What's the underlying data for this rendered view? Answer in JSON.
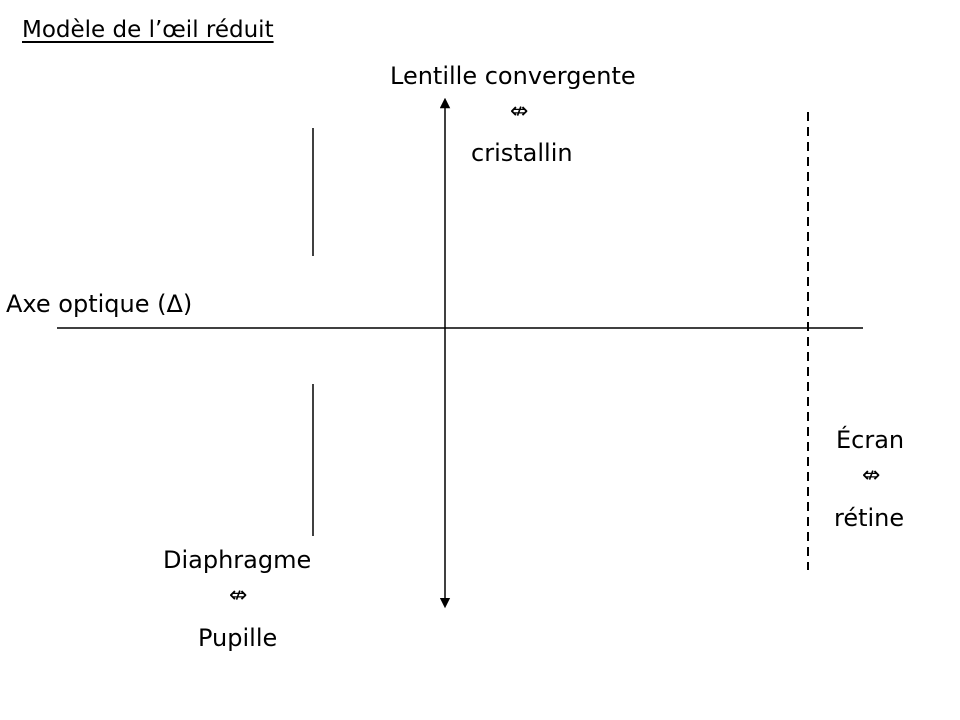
{
  "title": "Modèle de l’œil réduit",
  "equivalence_symbol": "⇎",
  "lens": {
    "label": "Lentille convergente",
    "equivalent": "cristallin"
  },
  "axis": {
    "label": "Axe optique (Δ)"
  },
  "screen": {
    "label": "Écran",
    "equivalent": "rétine"
  },
  "diaphragm": {
    "label": "Diaphragme",
    "equivalent": "Pupille"
  },
  "colors": {
    "ink": "#000000",
    "background": "#ffffff"
  }
}
